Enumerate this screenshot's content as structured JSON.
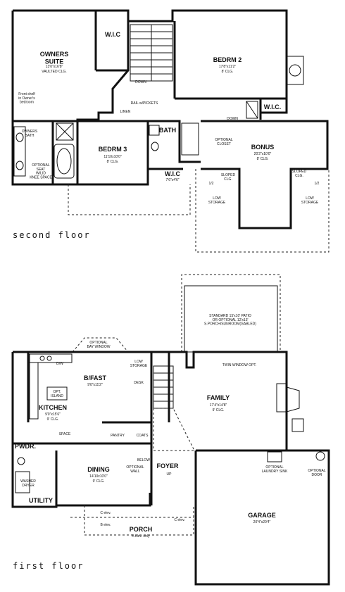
{
  "floors": {
    "second": {
      "title": "second floor",
      "rooms": {
        "owners_suite": {
          "name": "OWNERS\nSUITE",
          "dims": "13'0\"x16'8\"",
          "ceiling": "VAULTED CLG."
        },
        "owners_wic": {
          "name": "W.I.C"
        },
        "owners_bath": {
          "name": "OWNERS\nBATH"
        },
        "bedrm2": {
          "name": "BEDRM 2",
          "dims": "17'8\"x11'2\"",
          "ceiling": "8' CLG."
        },
        "bedrm2_wic": {
          "name": "W.I.C."
        },
        "bedrm3": {
          "name": "BEDRM 3",
          "dims": "11'10x10'0\"",
          "ceiling": "8' CLG."
        },
        "bedrm3_wic": {
          "name": "W.I.C",
          "dims": "7'6\"x4'6\""
        },
        "bath": {
          "name": "BATH"
        },
        "bonus": {
          "name": "BONUS",
          "dims": "20'2\"x10'0\"",
          "ceiling": "8' CLG."
        },
        "linen": {
          "name": "LINEN"
        }
      },
      "notes": {
        "front_shelf": "Front shelf\nin Owner's\nbedroom",
        "optional_seat": "OPTIONAL\nSEAT\nW/LID\nKNEE SPACE",
        "down": "DOWN",
        "rail": "RAIL w/PICKETS",
        "optional_closet": "OPTIONAL\nCLOSET",
        "down2": "DOWN",
        "sloped_clg_left": "SLOPED\nCLG.",
        "sloped_clg_right": "SLOPED\nCLG.",
        "low_storage_left": "LOW\nSTORAGE",
        "low_storage_right": "LOW\nSTORAGE",
        "half_left": "1/2",
        "half_right": "1/2"
      }
    },
    "first": {
      "title": "first floor",
      "rooms": {
        "bfast": {
          "name": "B/FAST",
          "dims": "9'0\"x11'2\""
        },
        "kitchen": {
          "name": "KITCHEN",
          "dims": "9'0\"x15'6\"",
          "ceiling": "9' CLG."
        },
        "family": {
          "name": "FAMILY",
          "dims": "17'4\"x14'8\"",
          "ceiling": "9' CLG."
        },
        "dining": {
          "name": "DINING",
          "dims": "14'10x10'0\"",
          "ceiling": "9' CLG."
        },
        "garage": {
          "name": "GARAGE",
          "dims": "20'4\"x20'4\""
        },
        "pwdr": {
          "name": "PWDR."
        },
        "utility": {
          "name": "UTILITY"
        },
        "foyer": {
          "name": "FOYER"
        },
        "porch": {
          "name": "PORCH",
          "note": "A elev. only"
        }
      },
      "notes": {
        "patio": "STANDARD 15'x10' PATIO\nOR OPTIONAL 12'x13'\nS.PORCH/SUNROOM(GABLED)",
        "bay_window": "OPTIONAL\nBAY WINDOW",
        "low_storage": "LOW\nSTORAGE",
        "twin_window": "TWIN WINDOW OPT.",
        "opt_island": "OPT.\nISLAND",
        "desk": "DESK",
        "pantry": "PANTRY",
        "coats": "COATS",
        "laundry_sink": "OPTIONAL\nLAUNDRY SINK",
        "optional_door": "OPTIONAL\nDOOR",
        "washer_dryer": "WASHER\nDRYER",
        "dw": "D/W",
        "c_elev_1": "C elev.",
        "c_elev_2": "C elev.",
        "b_elev": "B elev.",
        "optional_wall": "OPTIONAL\nWALL",
        "below": "BELOW",
        "up": "UP",
        "space": "SPACE"
      }
    }
  }
}
